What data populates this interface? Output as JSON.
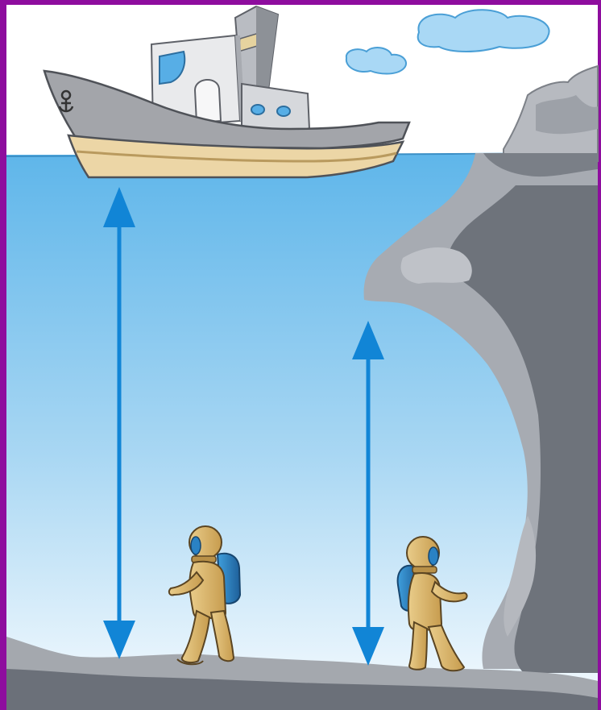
{
  "scene": {
    "colors": {
      "frame": "#8e0d9e",
      "sky": "#ffffff",
      "water_top": "#5fb6ea",
      "water_bottom": "#f4fafe",
      "rock_dark": "#6b7280",
      "rock_light": "#a7abb2",
      "seabed": "#7b7f86",
      "arrow": "#1185d6",
      "diver_suit": "#d8b56c",
      "diver_tank": "#2a82c4",
      "ship_hull": "#9a9a9e",
      "ship_deck": "#e9d3a3"
    },
    "elements": [
      {
        "name": "ship",
        "icon": "ship-icon"
      },
      {
        "name": "cloud",
        "icon": "cloud-icon"
      },
      {
        "name": "cliff",
        "icon": "rock-cliff-icon"
      },
      {
        "name": "diver-left",
        "icon": "diver-icon"
      },
      {
        "name": "diver-right",
        "icon": "diver-icon"
      },
      {
        "name": "depth-arrow-left",
        "icon": "double-arrow-icon"
      },
      {
        "name": "depth-arrow-right",
        "icon": "double-arrow-icon"
      }
    ]
  }
}
